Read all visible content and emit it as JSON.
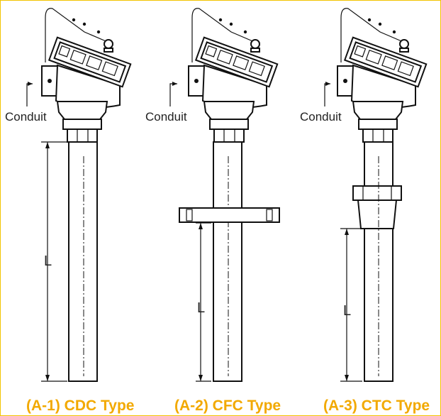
{
  "labels": {
    "conduit": "Conduit",
    "length": "L"
  },
  "captions": {
    "a1": "(A-1) CDC Type",
    "a2": "(A-2) CFC Type",
    "a3": "(A-3) CTC Type"
  },
  "colors": {
    "caption": "#f2a900",
    "border": "#f2c400",
    "line": "#111111"
  }
}
